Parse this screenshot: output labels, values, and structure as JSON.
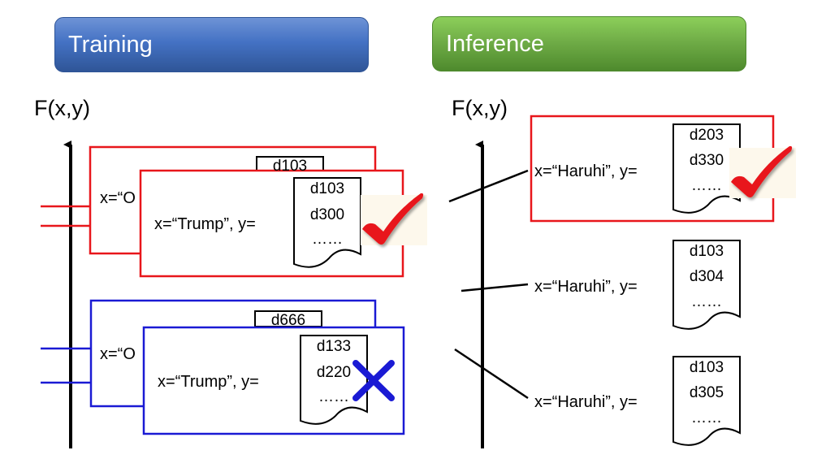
{
  "header": {
    "training_label": "Training",
    "inference_label": "Inference"
  },
  "axis": {
    "label": "F(x,y)"
  },
  "colors": {
    "positive": "#e8161b",
    "negative": "#1a1ad4",
    "check": "#e8161b",
    "cross": "#1a1ad4"
  },
  "training": {
    "red_back": {
      "x_text": "x=“O",
      "doc_top": "d103"
    },
    "red_front": {
      "x_text": "x=“Trump”, y=",
      "doc_lines": [
        "d103",
        "d300",
        "……"
      ],
      "mark": "check-icon"
    },
    "blue_back": {
      "x_text": "x=“O",
      "doc_top": "d666"
    },
    "blue_front": {
      "x_text": "x=“Trump”,  y=",
      "doc_lines": [
        "d133",
        "d220",
        "……"
      ],
      "mark": "cross-icon"
    }
  },
  "inference": {
    "items": [
      {
        "x_text": "x=“Haruhi”, y=",
        "doc_lines": [
          "d203",
          "d330",
          "……"
        ],
        "mark": "check-icon"
      },
      {
        "x_text": "x=“Haruhi”, y=",
        "doc_lines": [
          "d103",
          "d304",
          "……"
        ]
      },
      {
        "x_text": "x=“Haruhi”, y=",
        "doc_lines": [
          "d103",
          "d305",
          "……"
        ]
      }
    ]
  }
}
